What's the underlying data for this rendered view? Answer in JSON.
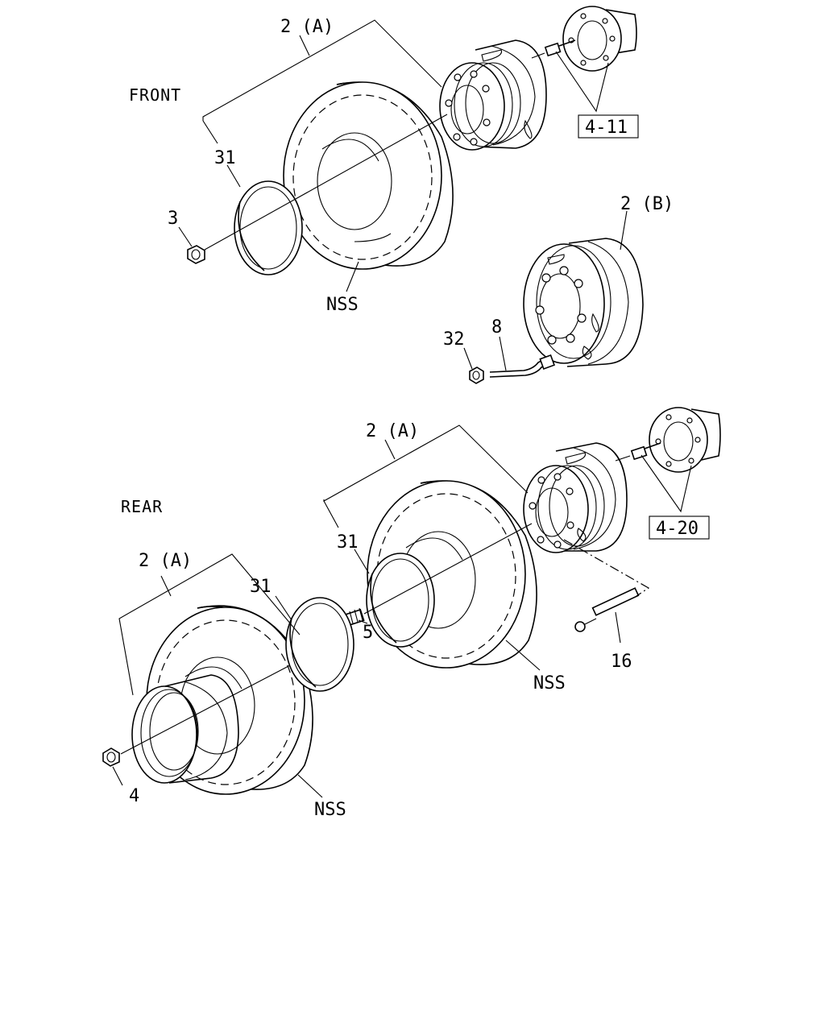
{
  "sections": {
    "front": "FRONT",
    "rear": "REAR"
  },
  "callouts": {
    "front_wheel_assembly": "2 (A)",
    "front_spacer": "31",
    "front_nut": "3",
    "front_tire": "NSS",
    "front_hub_ref": "4-11",
    "spare_wheel": "2 (B)",
    "valve_cap": "32",
    "valve_extension": "8",
    "rear_inner_wheel_assembly": "2 (A)",
    "rear_inner_spacer": "31",
    "rear_hub_ref": "4-20",
    "rear_inner_tire": "NSS",
    "hub_bolt": "16",
    "rear_outer_wheel_assembly": "2 (A)",
    "rear_outer_spacer": "31",
    "inner_nut": "5",
    "outer_nut": "4",
    "rear_outer_tire": "NSS"
  }
}
